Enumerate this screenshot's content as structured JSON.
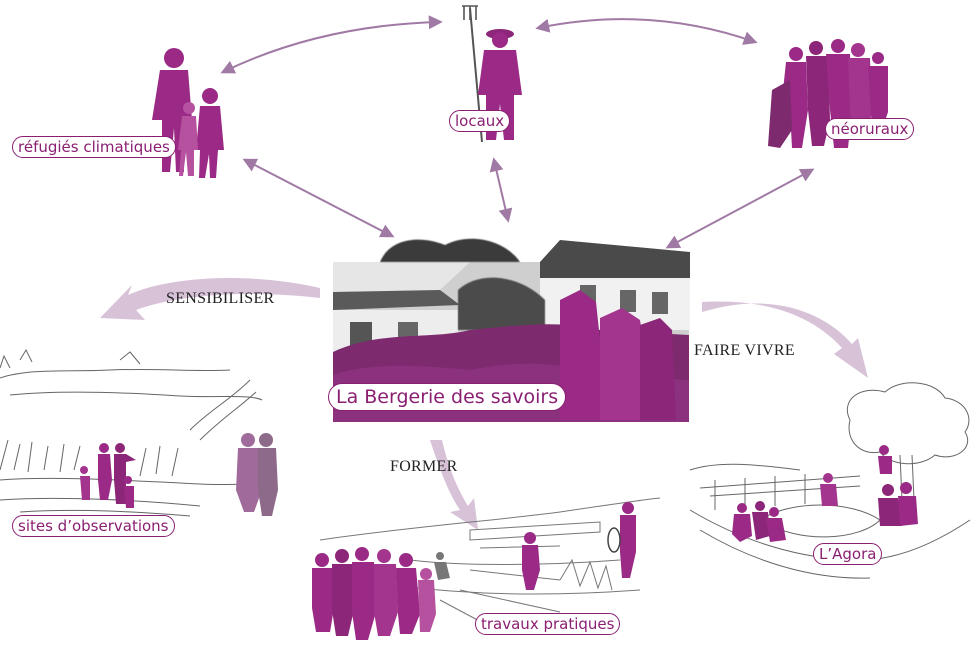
{
  "center": {
    "label": "La Bergerie des savoirs"
  },
  "actors": {
    "refugies": "réfugiés climatiques",
    "locaux": "locaux",
    "neoruraux": "néoruraux"
  },
  "actions": {
    "sensibiliser": "SENSIBILISER",
    "faire_vivre": "FAIRE VIVRE",
    "former": "FORMER"
  },
  "outputs": {
    "observations": "sites d’observations",
    "travaux": "travaux pratiques",
    "agora": "L’Agora"
  },
  "colors": {
    "accent": "#8a1f72",
    "people": "#9a2a85",
    "arrow_thin": "#a07aa4",
    "arrow_thick": "#d8c2d8"
  }
}
